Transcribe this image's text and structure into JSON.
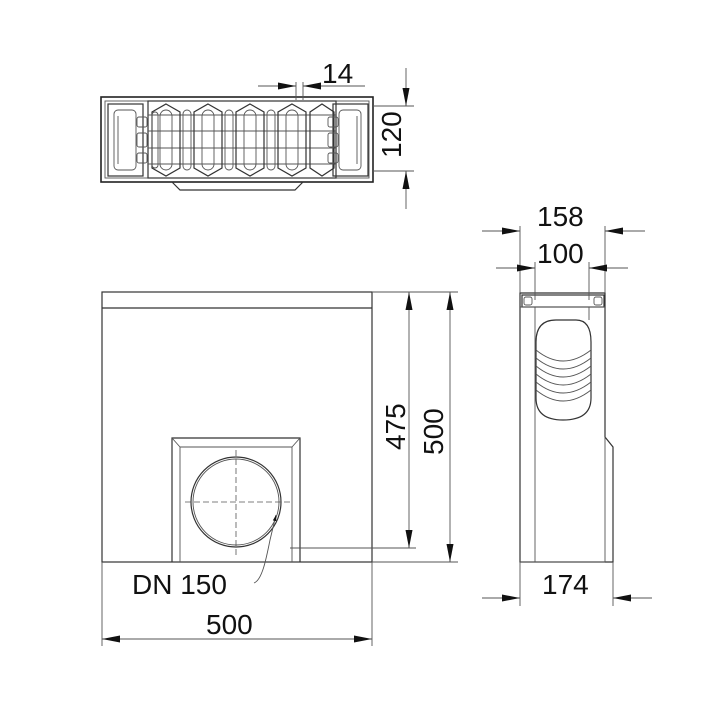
{
  "drawing": {
    "top_view": {
      "dimensions": {
        "slot_width": "14",
        "height": "120"
      }
    },
    "front_view": {
      "dimensions": {
        "width": "500",
        "height_total": "500",
        "height_outlet": "475"
      },
      "outlet_label": "DN 150"
    },
    "side_view": {
      "dimensions": {
        "top_width": "158",
        "inner_width": "100",
        "bottom_width": "174"
      }
    },
    "colors": {
      "line": "#333333",
      "background": "#ffffff",
      "text": "#111111"
    }
  }
}
